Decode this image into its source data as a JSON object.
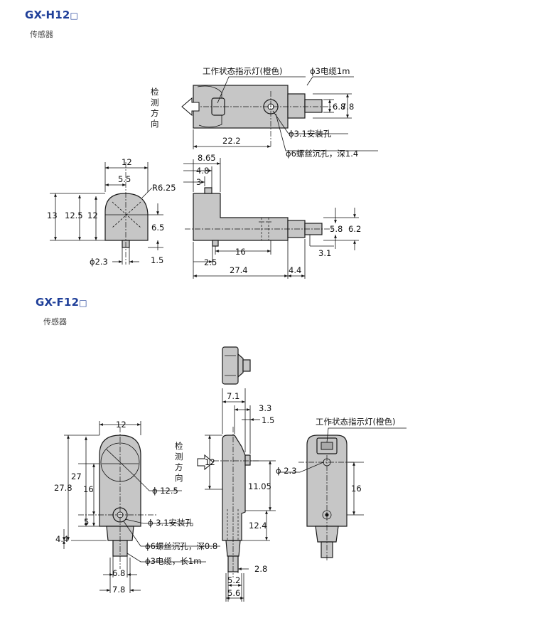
{
  "sections": {
    "h12": {
      "title": "GX-H12",
      "subtitle": "传感器"
    },
    "f12": {
      "title": "GX-F12",
      "subtitle": "传感器"
    }
  },
  "h12": {
    "indicator": "工作状态指示灯(橙色)",
    "cable": "ϕ3电缆1m",
    "detect": [
      "检",
      "测",
      "方",
      "向"
    ],
    "hole": "ϕ3.1安装孔",
    "counterbore": "ϕ6螺丝沉孔，深1.4",
    "dims": {
      "d68": "6.8",
      "d78": "7.8",
      "d222": "22.2",
      "d12": "12",
      "d55": "5.5",
      "r625": "R6.25",
      "d13": "13",
      "d125": "12.5",
      "d12v": "12",
      "d65": "6.5",
      "d23": "ϕ2.3",
      "d15": "1.5",
      "d865": "8.65",
      "d48": "4.8",
      "d3": "3",
      "d58": "5.8",
      "d62": "6.2",
      "d16": "16",
      "d31": "3.1",
      "d25": "2.5",
      "d274": "27.4",
      "d44": "4.4"
    }
  },
  "f12": {
    "indicator": "工作状态指示灯(橙色)",
    "detect": [
      "检",
      "测",
      "方",
      "向"
    ],
    "hole": "ϕ 3.1安装孔",
    "counterbore": "ϕ6螺丝沉孔，深0.8",
    "cable": "ϕ3电缆，长1m",
    "dims": {
      "d12": "12",
      "d27": "27",
      "d278": "27.8",
      "d16": "16",
      "d5": "5",
      "d44": "4.4",
      "d125": "ϕ 12.5",
      "d68": "6.8",
      "d78": "7.8",
      "d71": "7.1",
      "d33": "3.3",
      "d15": "1.5",
      "d12s": "12",
      "d1105": "11.05",
      "d124": "12.4",
      "d28": "2.8",
      "d52": "5.2",
      "d56": "5.6",
      "d23": "ϕ 2.3",
      "d16r": "16"
    }
  }
}
